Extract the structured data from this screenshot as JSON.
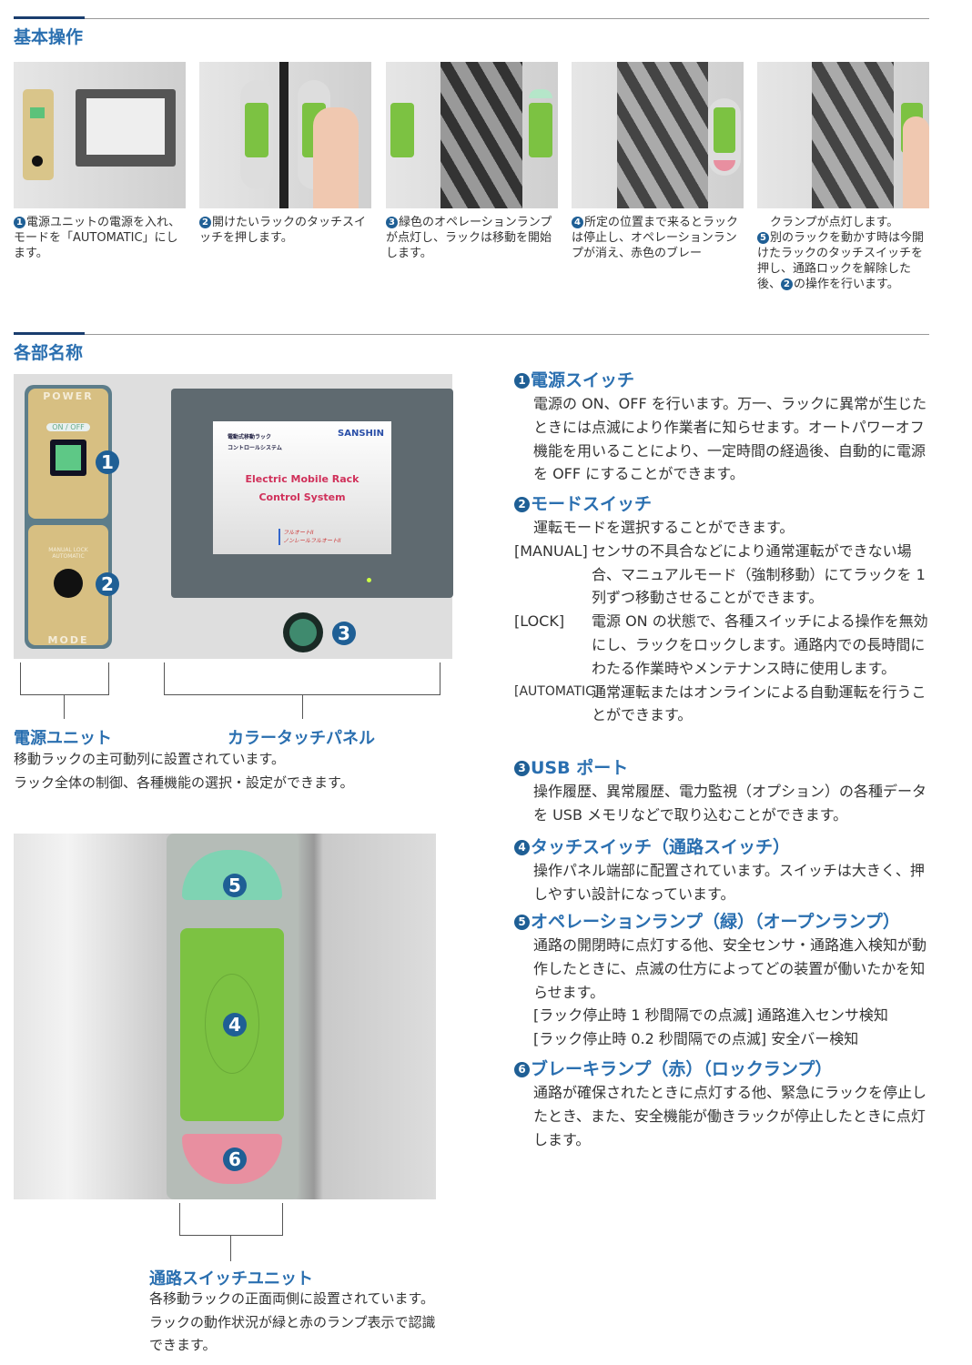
{
  "basic": {
    "title": "基本操作",
    "steps": [
      {
        "num": "1",
        "text": "電源ユニットの電源を入れ、モードを「AUTOMATIC」にします。"
      },
      {
        "num": "2",
        "text": "開けたいラックのタッチスイッチを押します。"
      },
      {
        "num": "3",
        "text": "緑色のオペレーションランプが点灯し、ラックは移動を開始します。"
      },
      {
        "num": "4",
        "text": "所定の位置まで来るとラックは停止し、オペレーションランプが消え、赤色のブレー"
      },
      {
        "pre": "クランプが点灯します。",
        "num": "5",
        "text": "別のラックを動かす時は今開けたラックのタッチスイッチを押し、通路ロックを解除した後、",
        "ref": "2",
        "post": "の操作を行います。"
      }
    ]
  },
  "parts": {
    "title": "各部名称",
    "panel": {
      "power": "POWER",
      "onoff": "ON / OFF",
      "mode": "MODE",
      "dial": [
        "MANUAL",
        "LOCK",
        "AUTOMATIC"
      ],
      "screen_jp1": "電動式移動ラック",
      "screen_jp2": "コントロールシステム",
      "brand": "SANSHIN",
      "screen_en1": "Electric Mobile  Rack",
      "screen_en2": "Control System",
      "screen_sub1": "フルオートII",
      "screen_sub2": "ノンレールフルオートII",
      "markers": [
        "1",
        "2",
        "3"
      ]
    },
    "power_unit": {
      "label": "電源ユニット"
    },
    "touch_panel": {
      "label": "カラータッチパネル"
    },
    "unit_desc": [
      "移動ラックの主可動列に設置されています。",
      "ラック全体の制御、各種機能の選択・設定ができます。"
    ],
    "switch_markers": [
      "5",
      "4",
      "6"
    ],
    "switch_unit": {
      "label": "通路スイッチユニット",
      "lines": [
        "各移動ラックの正面両側に設置されています。",
        "ラックの動作状況が緑と赤のランプ表示で認識",
        "できます。"
      ]
    },
    "items": [
      {
        "num": "1",
        "title": "電源スイッチ",
        "body": "電源の ON、OFF を行います。万一、ラックに異常が生じたときには点滅により作業者に知らせます。オートパワーオフ機能を用いることにより、一定時間の経過後、自動的に電源を OFF にすることができます。"
      },
      {
        "num": "2",
        "title": "モードスイッチ",
        "body": "運転モードを選択することができます。",
        "modes": [
          {
            "k": "[MANUAL]",
            "v": "センサの不具合などにより通常運転ができない場合、マニュアルモード（強制移動）にてラックを 1 列ずつ移動させることができます。"
          },
          {
            "k": "[LOCK]",
            "v": "電源 ON の状態で、各種スイッチによる操作を無効にし、ラックをロックします。通路内での長時間にわたる作業時やメンテナンス時に使用します。"
          },
          {
            "k": "[AUTOMATIC]",
            "v": "通常運転またはオンラインによる自動運転を行うことができます。"
          }
        ]
      },
      {
        "num": "3",
        "title": "USB ポート",
        "body": "操作履歴、異常履歴、電力監視（オプション）の各種データを USB メモリなどで取り込むことができます。"
      },
      {
        "num": "4",
        "title": "タッチスイッチ（通路スイッチ）",
        "body": "操作パネル端部に配置されています。スイッチは大きく、押しやすい設計になっています。"
      },
      {
        "num": "5",
        "title": "オペレーションランプ（緑）（オープンランプ）",
        "body": "通路の開閉時に点灯する他、安全センサ・通路進入検知が動作したときに、点滅の仕方によってどの装置が働いたかを知らせます。",
        "extra": [
          "[ラック停止時 1 秒間隔での点滅]  通路進入センサ検知",
          "[ラック停止時 0.2 秒間隔での点滅]  安全バー検知"
        ]
      },
      {
        "num": "6",
        "title": "ブレーキランプ（赤）（ロックランプ）",
        "body": "通路が確保されたときに点灯する他、緊急にラックを停止したとき、また、安全機能が働きラックが停止したときに点灯します。"
      }
    ]
  },
  "colors": {
    "accent": "#2a6fb0",
    "badge": "#1f5f95",
    "green": "#7cc242",
    "pink": "#e88fa0",
    "mint": "#7fd3b3"
  }
}
